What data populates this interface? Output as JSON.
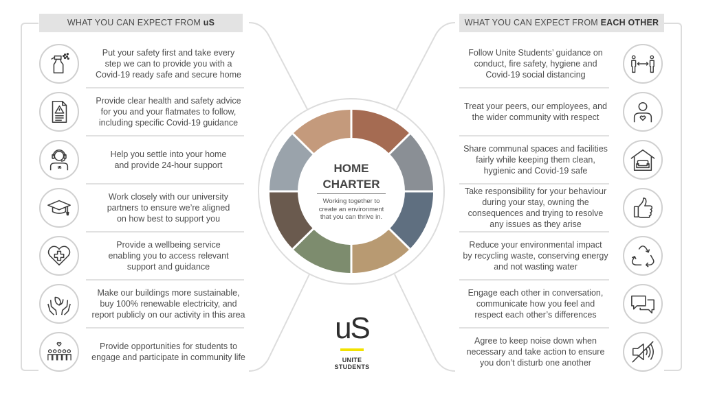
{
  "headers": {
    "left_prefix": "WHAT YOU CAN EXPECT FROM ",
    "left_bold": "uS",
    "right_prefix": "WHAT YOU CAN EXPECT FROM ",
    "right_bold": "EACH OTHER"
  },
  "left_items": [
    {
      "icon": "spray-bottle-icon",
      "lines": [
        "Put your safety first and take every",
        "step we can to provide you with a",
        "Covid-19 ready safe and secure home"
      ]
    },
    {
      "icon": "warning-document-icon",
      "lines": [
        "Provide clear health and safety advice",
        "for you and your flatmates to follow,",
        "including specific Covid-19 guidance"
      ]
    },
    {
      "icon": "headset-support-icon",
      "lines": [
        "Help you settle into your home",
        "and provide 24-hour support"
      ]
    },
    {
      "icon": "graduation-cap-icon",
      "lines": [
        "Work closely with our university",
        "partners to ensure we’re aligned",
        "on how best to support you"
      ]
    },
    {
      "icon": "heart-plus-icon",
      "lines": [
        "Provide a wellbeing service",
        "enabling you to access relevant",
        "support and guidance"
      ]
    },
    {
      "icon": "hands-leaf-icon",
      "lines": [
        "Make our buildings more sustainable,",
        "buy 100% renewable electricity, and",
        "report publicly on our activity in this area"
      ]
    },
    {
      "icon": "community-people-icon",
      "lines": [
        "Provide opportunities for students to",
        "engage and participate in community life"
      ]
    }
  ],
  "right_items": [
    {
      "icon": "social-distancing-icon",
      "lines": [
        "Follow Unite Students’ guidance on",
        "conduct, fire safety, hygiene and",
        "Covid-19 social distancing"
      ]
    },
    {
      "icon": "person-heart-icon",
      "lines": [
        "Treat your peers, our employees, and",
        "the wider community with respect"
      ]
    },
    {
      "icon": "house-sofa-icon",
      "lines": [
        "Share communal spaces and facilities",
        "fairly while keeping them clean,",
        "hygienic and Covid-19 safe"
      ]
    },
    {
      "icon": "thumbs-up-icon",
      "lines": [
        "Take responsibility for your behaviour",
        "during your stay, owning the",
        "consequences and trying to resolve",
        "any issues as they arise"
      ]
    },
    {
      "icon": "recycle-icon",
      "lines": [
        "Reduce your environmental impact",
        "by recycling waste, conserving energy",
        "and not wasting water"
      ]
    },
    {
      "icon": "speech-bubbles-icon",
      "lines": [
        "Engage each other in conversation,",
        "communicate how you feel and",
        "respect each other’s differences"
      ]
    },
    {
      "icon": "speaker-muted-icon",
      "lines": [
        "Agree to keep noise down when",
        "necessary and take action to ensure",
        "you don’t disturb one another"
      ]
    }
  ],
  "center": {
    "title_line1": "HOME",
    "title_line2": "CHARTER",
    "subtitle_lines": [
      "Working together to",
      "create an environment",
      "that you can thrive in."
    ]
  },
  "logo": {
    "mark": "uS",
    "word1": "UNITE",
    "word2": "STUDENTS",
    "accent_color": "#f2e200"
  },
  "colors": {
    "header_bg": "#e3e3e3",
    "text": "#4d4d4d",
    "icon_stroke": "#3a3a3a",
    "line": "#dcdcdc"
  }
}
